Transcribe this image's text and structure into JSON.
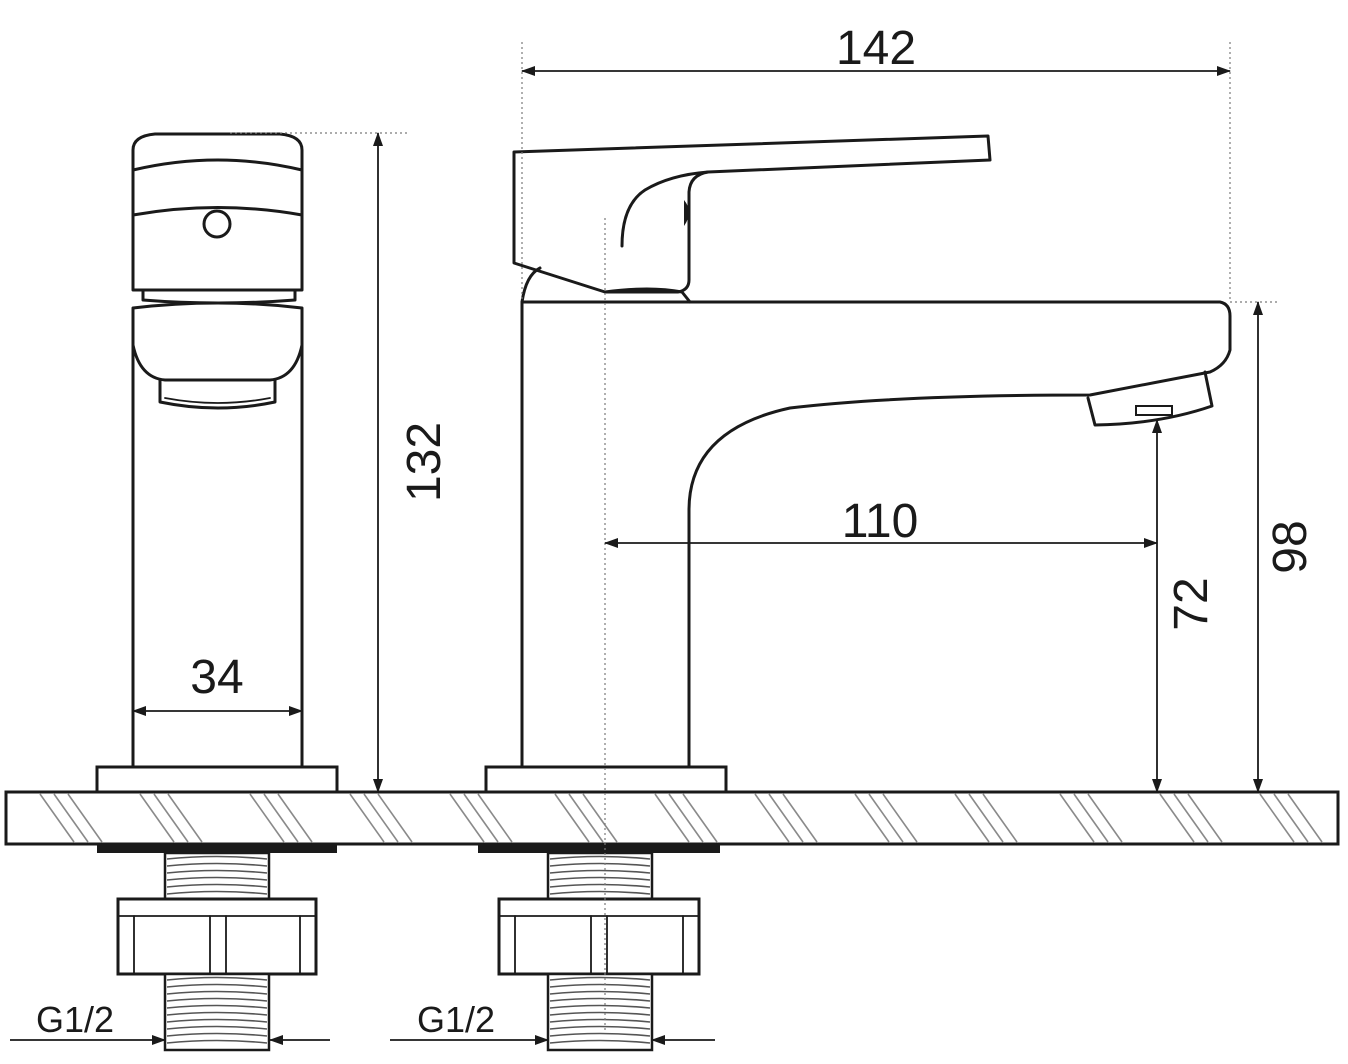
{
  "dimensions": {
    "overall_length": "142",
    "total_height": "132",
    "body_width": "34",
    "spout_reach": "110",
    "spout_clearance": "72",
    "spout_top_height": "98"
  },
  "thread_labels": {
    "side_view": "G1/2",
    "front_view": "G1/2"
  }
}
